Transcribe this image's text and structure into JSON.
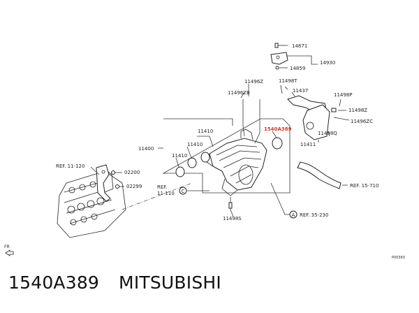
{
  "labels": {
    "p14871": "14871",
    "p14930": "14930",
    "p14859": "14859",
    "p11496z_top": "11496Z",
    "p11496zb": "11496ZB",
    "p11498t": "11498T",
    "p11437": "11437",
    "p11498p": "11498P",
    "p11498z": "11498Z",
    "p11496zc": "11496ZC",
    "p11498q": "11498Q",
    "p11411": "11411",
    "p11410_a": "11410",
    "p11410_b": "11410",
    "p11410_c": "11410",
    "p11400": "11400",
    "p11498s": "11498S",
    "p02200": "02200",
    "p02299": "02299",
    "ref11120": "REF. 11-120",
    "ref11110_a": "REF.",
    "ref11110_b": "11-110",
    "ref15710": "REF. 15-710",
    "ref35230": "REF. 35-230",
    "callout_c": "C",
    "callout_a": "A",
    "fr": "FR",
    "figure_code": "P00393",
    "red_label": "1540A389"
  },
  "caption": {
    "part_number": "1540A389",
    "brand": "MITSUBISHI"
  }
}
